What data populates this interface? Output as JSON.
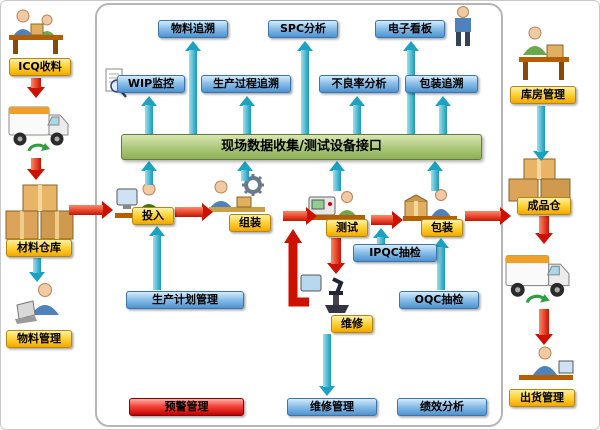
{
  "left_flow": {
    "icq_label": "ICQ收料",
    "material_warehouse_label": "材料仓库",
    "material_mgmt_label": "物料管理"
  },
  "right_flow": {
    "warehouse_mgmt_label": "库房管理",
    "finished_goods_label": "成品仓",
    "shipping_label": "出货管理"
  },
  "analytics": {
    "material_trace": "物料追溯",
    "spc": "SPC分析",
    "eboard": "电子看板",
    "wip": "WIP监控",
    "process_trace": "生产过程追溯",
    "defect_rate": "不良率分析",
    "package_trace": "包装追溯"
  },
  "interface_bar_label": "现场数据收集/测试设备接口",
  "process": {
    "input": "投入",
    "assembly": "组装",
    "test": "测试",
    "package": "包装",
    "repair": "维修"
  },
  "management": {
    "production_plan": "生产计划管理",
    "ipqc": "IPQC抽检",
    "oqc": "OQC抽检",
    "alert": "预警管理",
    "repair_mgmt": "维修管理",
    "performance": "绩效分析"
  },
  "colors": {
    "yellow_label": "#FFD43B",
    "blue_label": "#8CC0EA",
    "green_bar": "#AEC97E",
    "red_label": "#E8352A",
    "red_arrow": "#CC1100",
    "teal_arrow": "#1AA2C0"
  },
  "icons": {
    "left_column": [
      "receiving-workers-icon",
      "inbound-truck-icon",
      "material-boxes-icon",
      "material-clerk-icon"
    ],
    "process_row": [
      "input-station-icon",
      "assembly-station-icon",
      "test-station-icon",
      "packing-station-icon",
      "repair-microscope-icon"
    ],
    "right_column": [
      "warehouse-worker-icon",
      "finished-goods-boxes-icon",
      "outbound-truck-icon",
      "shipping-clerk-icon"
    ],
    "misc": [
      "dashboard-worker-icon",
      "wip-monitor-doc-icon"
    ]
  }
}
